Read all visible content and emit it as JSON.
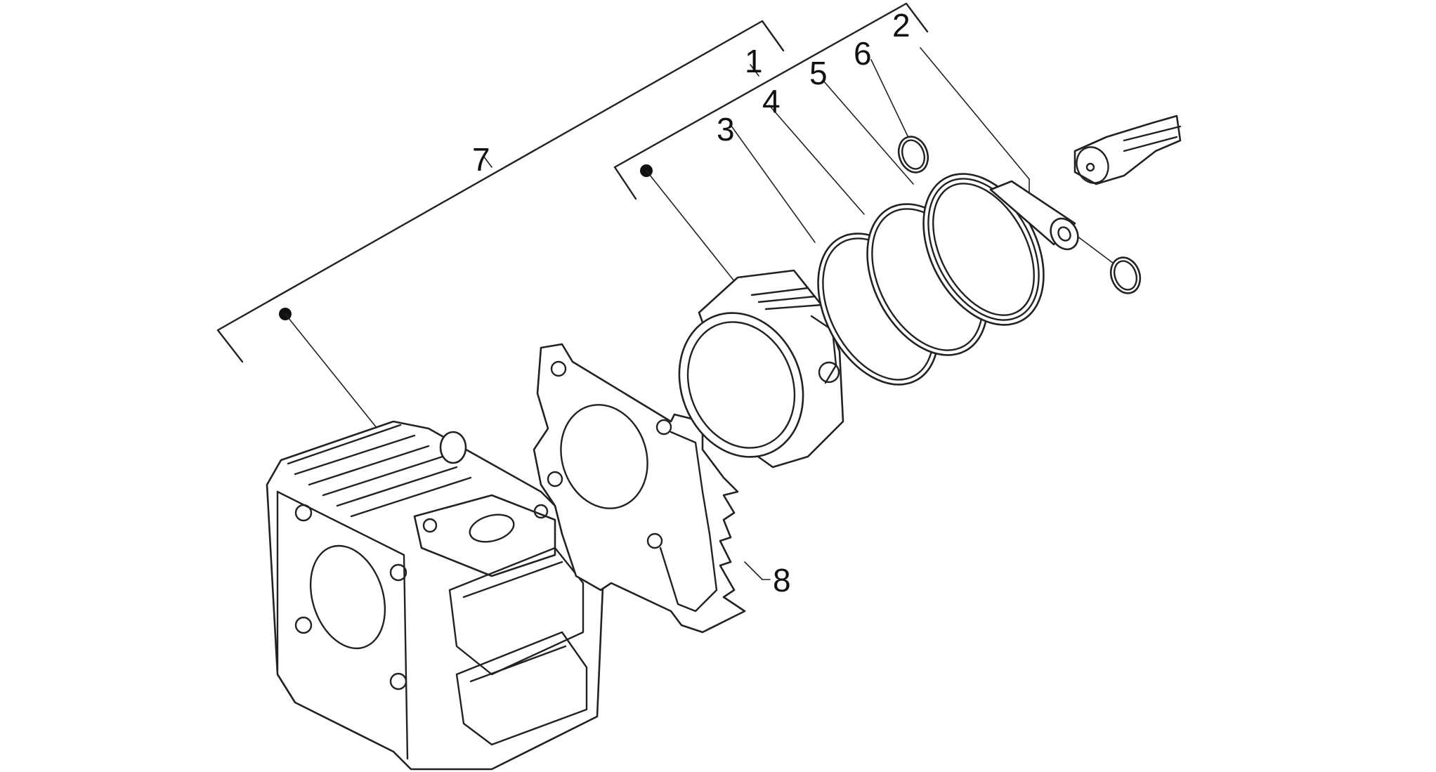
{
  "diagram": {
    "callouts": [
      {
        "id": "1",
        "text": "1"
      },
      {
        "id": "2",
        "text": "2"
      },
      {
        "id": "3",
        "text": "3"
      },
      {
        "id": "4",
        "text": "4"
      },
      {
        "id": "5",
        "text": "5"
      },
      {
        "id": "6",
        "text": "6"
      },
      {
        "id": "7",
        "text": "7"
      },
      {
        "id": "8",
        "text": "8"
      }
    ],
    "colors": {
      "line": "#222222",
      "background": "#ffffff",
      "marker": "#111111"
    }
  }
}
